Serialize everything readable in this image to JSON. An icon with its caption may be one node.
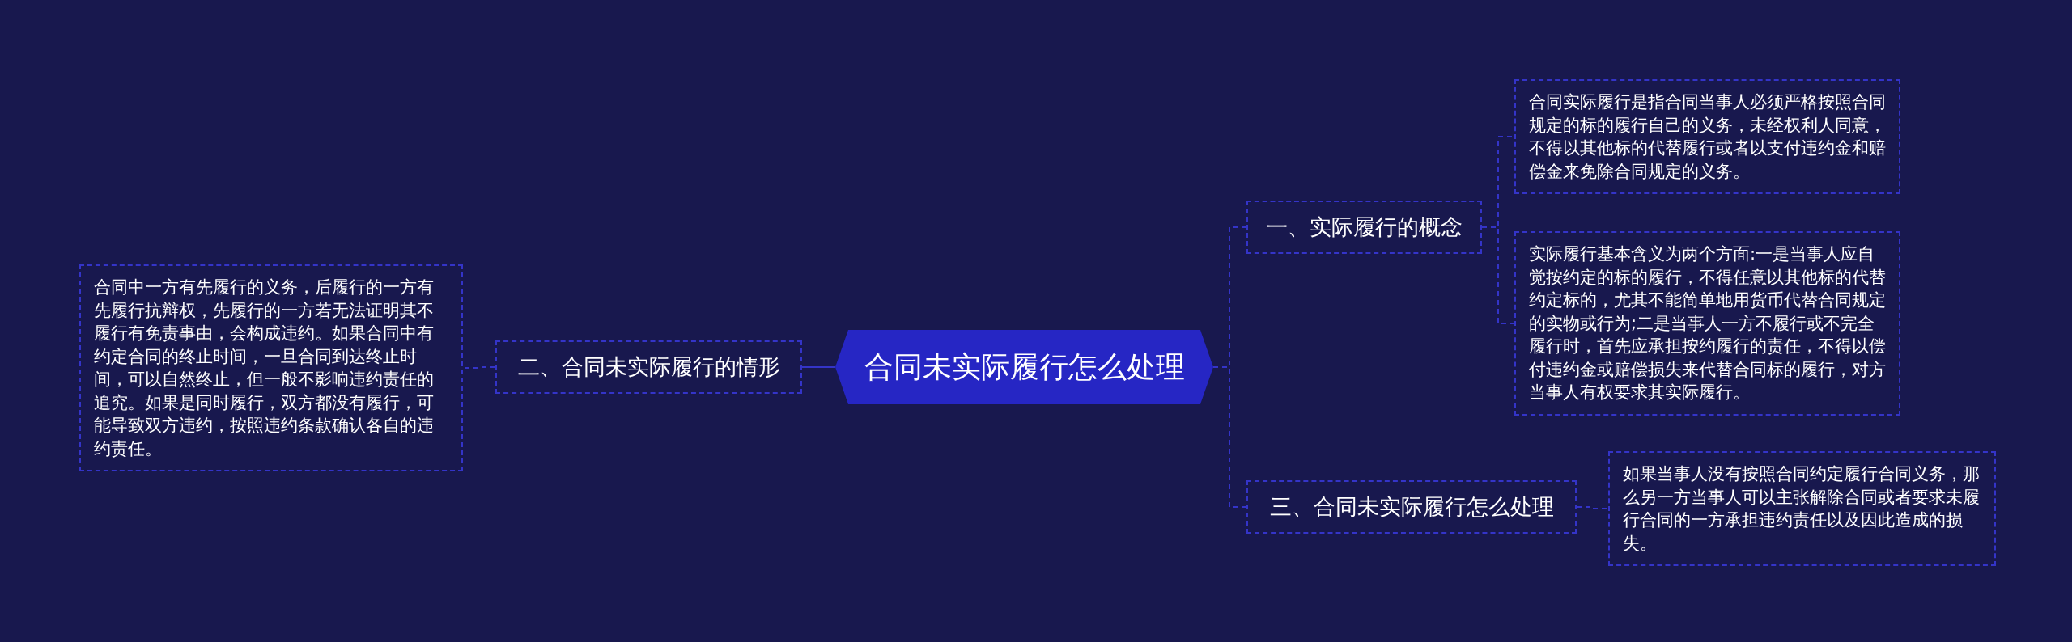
{
  "diagram": {
    "nodes": [
      {
        "text": [
          "合同未实际履行怎么处理"
        ]
      },
      {
        "text": [
          "二、合同未实际履行的情形"
        ]
      },
      {
        "text": [
          "合同中一方有先履行的义务，后履行的一方有先履行抗辩权，先履行的一方若无法证明其不履行有免责事由，会构成违约。如果合同中有约定合同的终止时间，一旦合同到达终止时间，可以自然终止，但一般不影响违约责任的追究。如果是同时履行，双方都没有履行，可能导致双方违约，按照违约条款确认各自的违约责任。"
        ]
      },
      {
        "text": [
          "一、实际履行的概念"
        ]
      },
      {
        "text": [
          "合同实际履行是指合同当事人必须严格按照合同规定的标的履行自己的义务，未经权利人同意，不得以其他标的代替履行或者以支付违约金和赔偿金来免除合同规定的义务。"
        ]
      },
      {
        "text": [
          "实际履行基本含义为两个方面:一是当事人应自觉按约定的标的履行，不得任意以其他标的代替约定标的，尤其不能简单地用货币代替合同规定的实物或行为;二是当事人一方不履行或不完全履行时，首先应承担按约履行的责任，不得以偿付违约金或赔偿损失来代替合同标的履行，对方当事人有权要求其实际履行。"
        ]
      },
      {
        "text": [
          "三、合同未实际履行怎么处理"
        ]
      },
      {
        "text": [
          "如果当事人没有按照合同约定履行合同义务，那么另一方当事人可以主张解除合同或者要求未履行合同的一方承担违约责任以及因此造成的损失。"
        ]
      }
    ],
    "edges": [
      {
        "from": 0,
        "to": 1,
        "arrow": "none"
      },
      {
        "from": 1,
        "to": 2,
        "arrow": "none",
        "style": "dashed"
      },
      {
        "from": 0,
        "to": 3,
        "arrow": "none",
        "style": "dashed"
      },
      {
        "from": 3,
        "to": 4,
        "arrow": "none",
        "style": "dashed"
      },
      {
        "from": 3,
        "to": 5,
        "arrow": "none",
        "style": "dashed"
      },
      {
        "from": 0,
        "to": 6,
        "arrow": "none",
        "style": "dashed"
      },
      {
        "from": 6,
        "to": 7,
        "arrow": "none",
        "style": "dashed"
      }
    ]
  }
}
